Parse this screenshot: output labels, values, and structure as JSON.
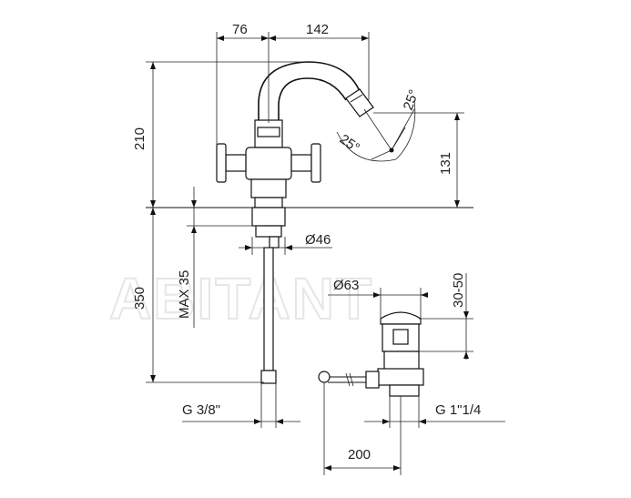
{
  "watermark": "ABITANT",
  "dimensions": {
    "top_left_width": "76",
    "top_right_width": "142",
    "faucet_height": "210",
    "spout_height": "131",
    "angle_upper": "25°",
    "angle_lower": "25°",
    "shank_diameter": "Ø46",
    "max_deck": "MAX 35",
    "hose_length": "350",
    "waste_diameter": "Ø63",
    "waste_range": "30-50",
    "hose_thread": "G 3/8\"",
    "waste_thread": "G 1\"1/4",
    "waste_lever_length": "200"
  }
}
